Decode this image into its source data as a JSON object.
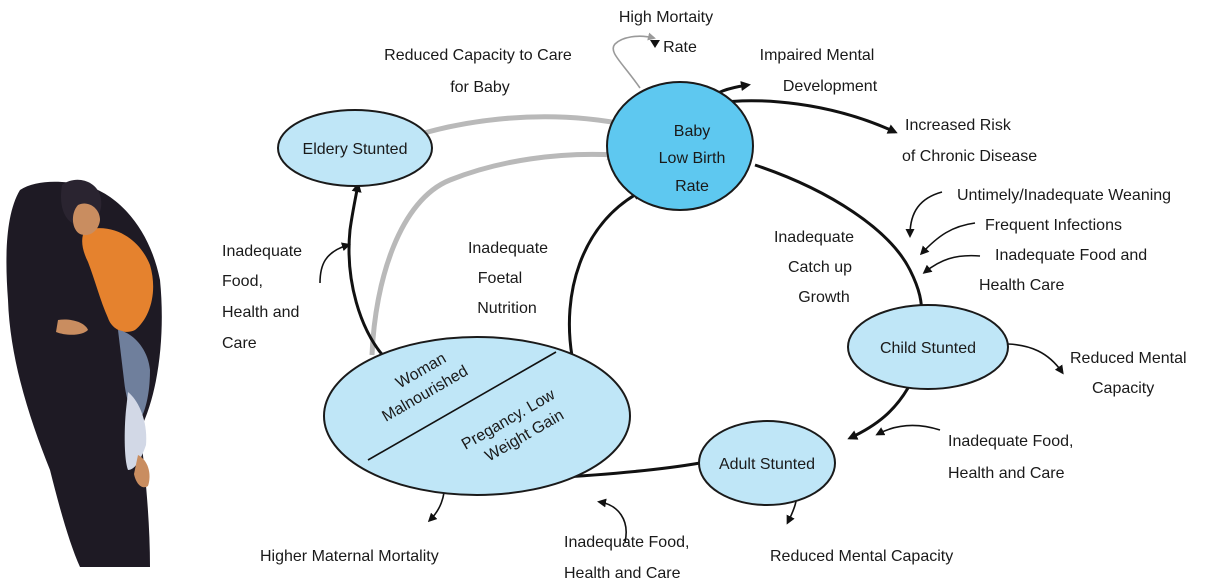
{
  "nodes": {
    "baby": [
      "Baby",
      "Low Birth",
      "Rate"
    ],
    "elderly": "Eldery Stunted",
    "child": "Child Stunted",
    "adult": "Adult Stunted",
    "woman": [
      "Woman",
      "Malnourished"
    ],
    "pregnancy": [
      "Pregancy. Low",
      "Weight Gain"
    ]
  },
  "labels": {
    "high_mortality": [
      "High Mortaity",
      "Rate"
    ],
    "reduced_capacity": [
      "Reduced Capacity to Care",
      "for Baby"
    ],
    "impaired_mental": [
      "Impaired Mental",
      "Development"
    ],
    "increased_risk": [
      "Increased Risk",
      "of Chronic Disease"
    ],
    "untimely_weaning": "Untimely/Inadequate Weaning",
    "frequent_infections": "Frequent Infections",
    "inadequate_food_child": [
      "Inadequate Food and",
      "Health Care"
    ],
    "catch_up": [
      "Inadequate",
      "Catch up",
      "Growth"
    ],
    "foetal": [
      "Inadequate",
      "Foetal",
      "Nutrition"
    ],
    "inadequate_food_elderly": [
      "Inadequate",
      "Food,",
      "Health and",
      "Care"
    ],
    "reduced_mental_child": [
      "Reduced Mental",
      "Capacity"
    ],
    "inadequate_food_adult": [
      "Inadequate Food,",
      "Health and Care"
    ],
    "reduced_mental_adult": "Reduced Mental Capacity",
    "inadequate_food_woman": [
      "Inadequate Food,",
      "Health and Care"
    ],
    "higher_maternal": "Higher Maternal Mortality"
  }
}
